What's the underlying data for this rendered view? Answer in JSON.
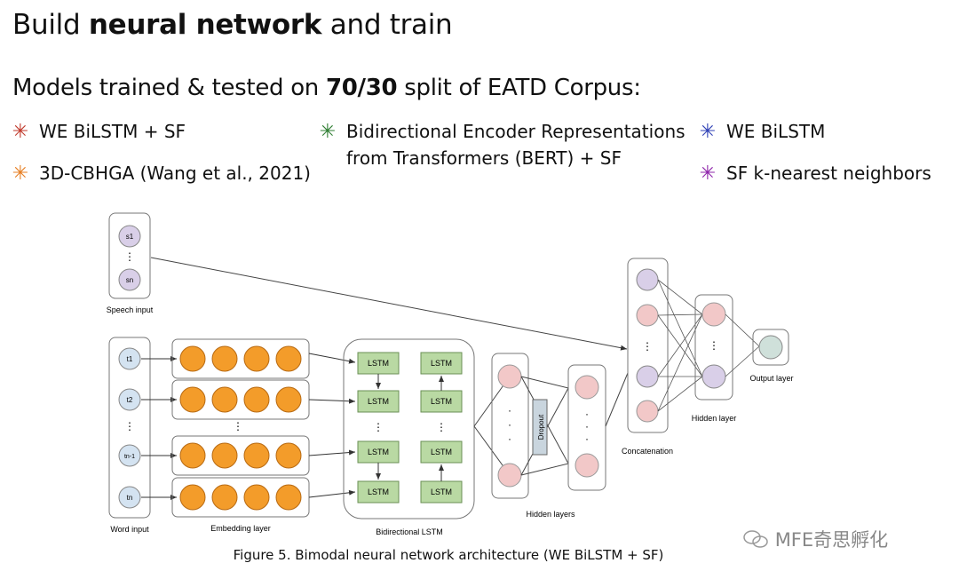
{
  "title": {
    "pre": "Build ",
    "bold": "neural network",
    "post": " and train"
  },
  "subtitle": {
    "pre": "Models trained & tested on ",
    "bold": "70/30",
    "post": " split of EATD Corpus:"
  },
  "models": [
    {
      "text": "WE BiLSTM + SF",
      "color": "#c0392b"
    },
    {
      "text": "3D-CBHGA (Wang et al., 2021)",
      "color": "#e67e22"
    },
    {
      "text_line1": "Bidirectional Encoder Representations",
      "text_line2": "from Transformers (BERT) + SF",
      "color": "#2e7d32"
    },
    {
      "text": "WE BiLSTM",
      "color": "#2d3fb5"
    },
    {
      "text": "SF k-nearest neighbors",
      "color": "#8e24aa"
    }
  ],
  "diagram": {
    "speech_nodes": [
      "s1",
      "sn"
    ],
    "word_nodes": [
      "t1",
      "t2",
      "tn-1",
      "tn"
    ],
    "lstm_label": "LSTM",
    "dropout_label": "Dropout",
    "labels": {
      "speech_input": "Speech input",
      "word_input": "Word input",
      "embedding_layer": "Embedding layer",
      "bidirectional_lstm": "Bidirectional LSTM",
      "hidden_layers": "Hidden layers",
      "concatenation": "Concatenation",
      "hidden_layer": "Hidden layer",
      "output_layer": "Output layer"
    }
  },
  "caption": "Figure 5. Bimodal neural network architecture (WE BiLSTM + SF)",
  "watermark": "MFE奇思孵化"
}
